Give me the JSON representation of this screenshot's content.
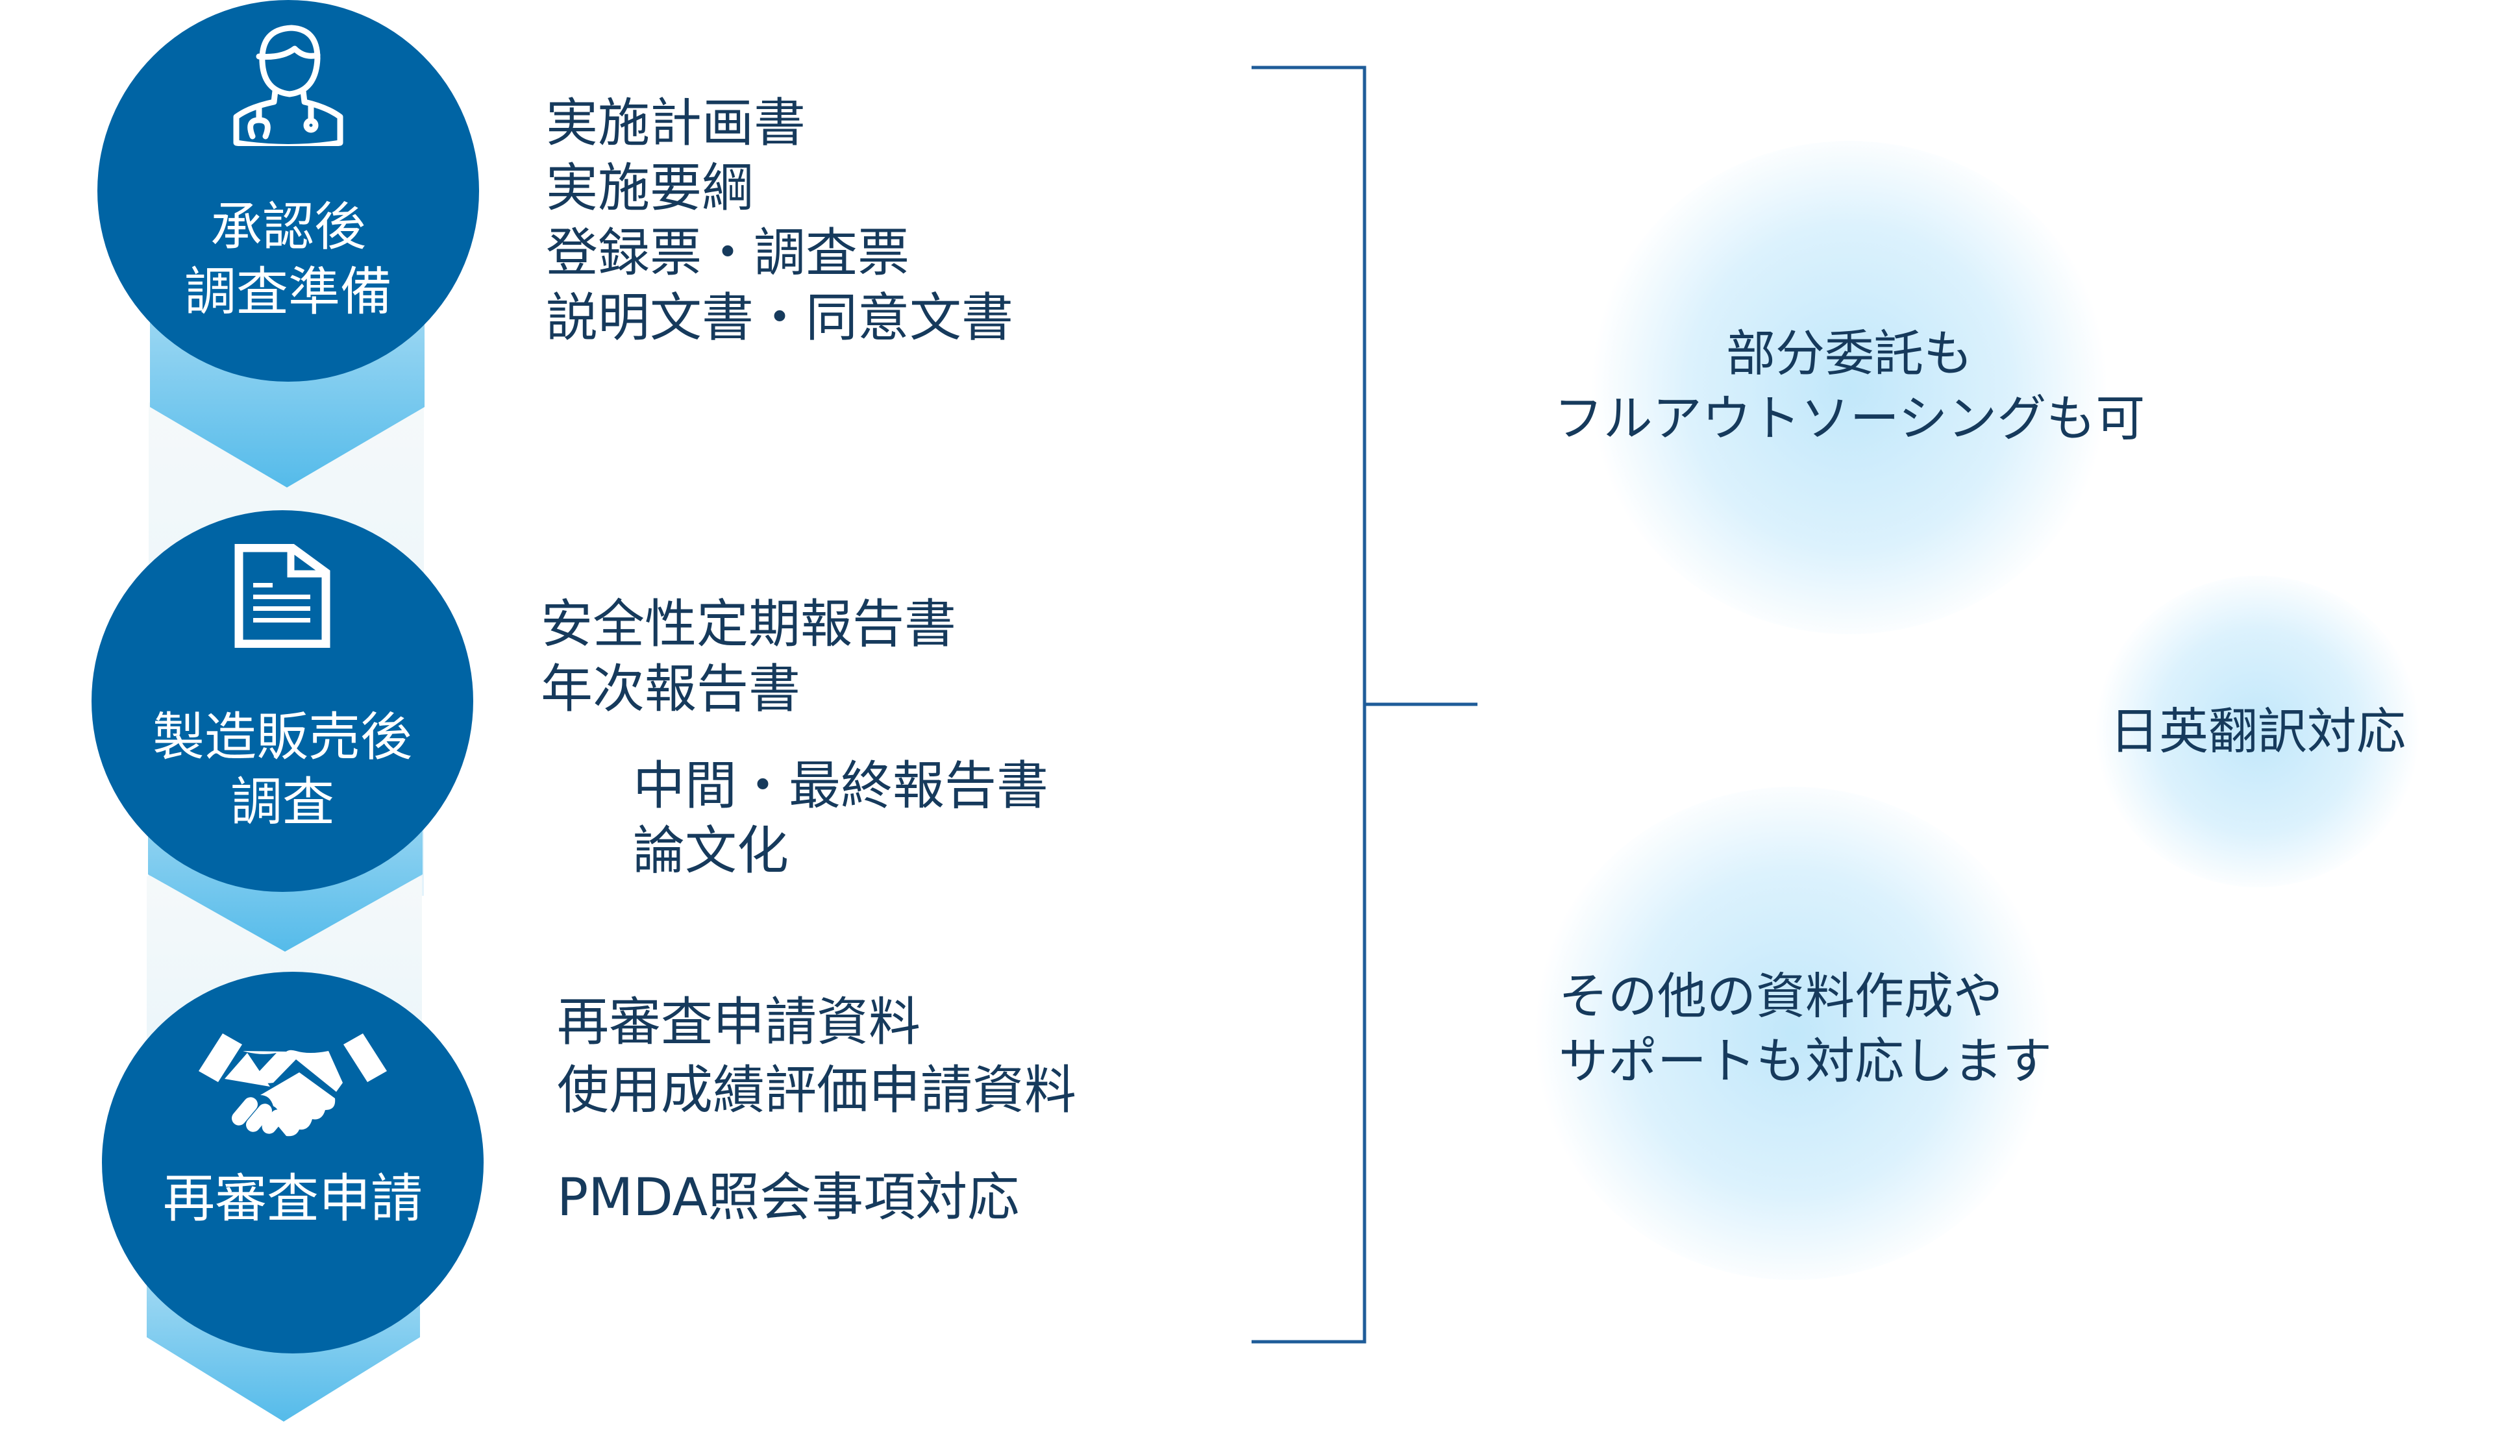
{
  "colors": {
    "circle": "#0064a4",
    "band": "#55bbea",
    "text": "#163a5c",
    "bracket": "#1f5c99"
  },
  "steps": [
    {
      "title_lines": [
        "承認後",
        "調査準備"
      ],
      "icon": "doctor-icon",
      "items": [
        "実施計画書",
        "実施要綱",
        "登録票・調査票",
        "説明文書・同意文書"
      ]
    },
    {
      "title_lines": [
        "製造販売後",
        "調査"
      ],
      "icon": "document-icon",
      "items": [
        "安全性定期報告書",
        "年次報告書"
      ],
      "items_sub": [
        "中間・最終報告書",
        "論文化"
      ]
    },
    {
      "title_lines": [
        "再審査申請"
      ],
      "icon": "handshake-icon",
      "items": [
        "再審査申請資料",
        "使用成績評価申請資料"
      ],
      "items_extra": [
        "PMDA照会事項対応"
      ]
    }
  ],
  "features": [
    {
      "lines": [
        "部分委託も",
        "フルアウトソーシングも可"
      ]
    },
    {
      "lines": [
        "日英翻訳対応"
      ]
    },
    {
      "lines": [
        "その他の資料作成や",
        "サポートも対応します"
      ]
    }
  ]
}
